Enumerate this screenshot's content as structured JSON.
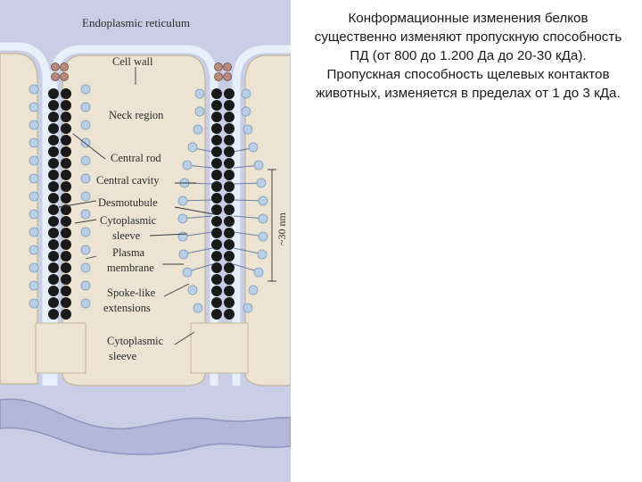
{
  "figure": {
    "labels": {
      "endoplasmic_reticulum": "Endoplasmic reticulum",
      "cell_wall": "Cell wall",
      "neck_region": "Neck region",
      "central_rod": "Central rod",
      "central_cavity": "Central cavity",
      "desmotubule": "Desmotubule",
      "cytoplasmic_sleeve_1": "Cytoplasmic",
      "cytoplasmic_sleeve_2": "sleeve",
      "plasma_membrane_1": "Plasma",
      "plasma_membrane_2": "membrane",
      "spoke_like_1": "Spoke-like",
      "spoke_like_2": "extensions",
      "cytoplasmic_sleeve_b1": "Cytoplasmic",
      "cytoplasmic_sleeve_b2": "sleeve",
      "scale": "~30 nm"
    },
    "colors": {
      "er_background": "#c9cde6",
      "cell_wall": "#ece3d2",
      "membrane": "#d9e6f2",
      "membrane_bead": "#b8cfe6",
      "protein_bead": "#1a1a1a",
      "neck_bead": "#b98a7c"
    }
  },
  "caption": {
    "paragraph_1": "Конформационные изменения белков существенно изменяют пропускную способность ПД (от 800 до 1.200 Да до 20-30 кДа).",
    "paragraph_2": "Пропускная способность щелевых контактов животных, изменяется в пределах от 1 до 3 кДа."
  }
}
